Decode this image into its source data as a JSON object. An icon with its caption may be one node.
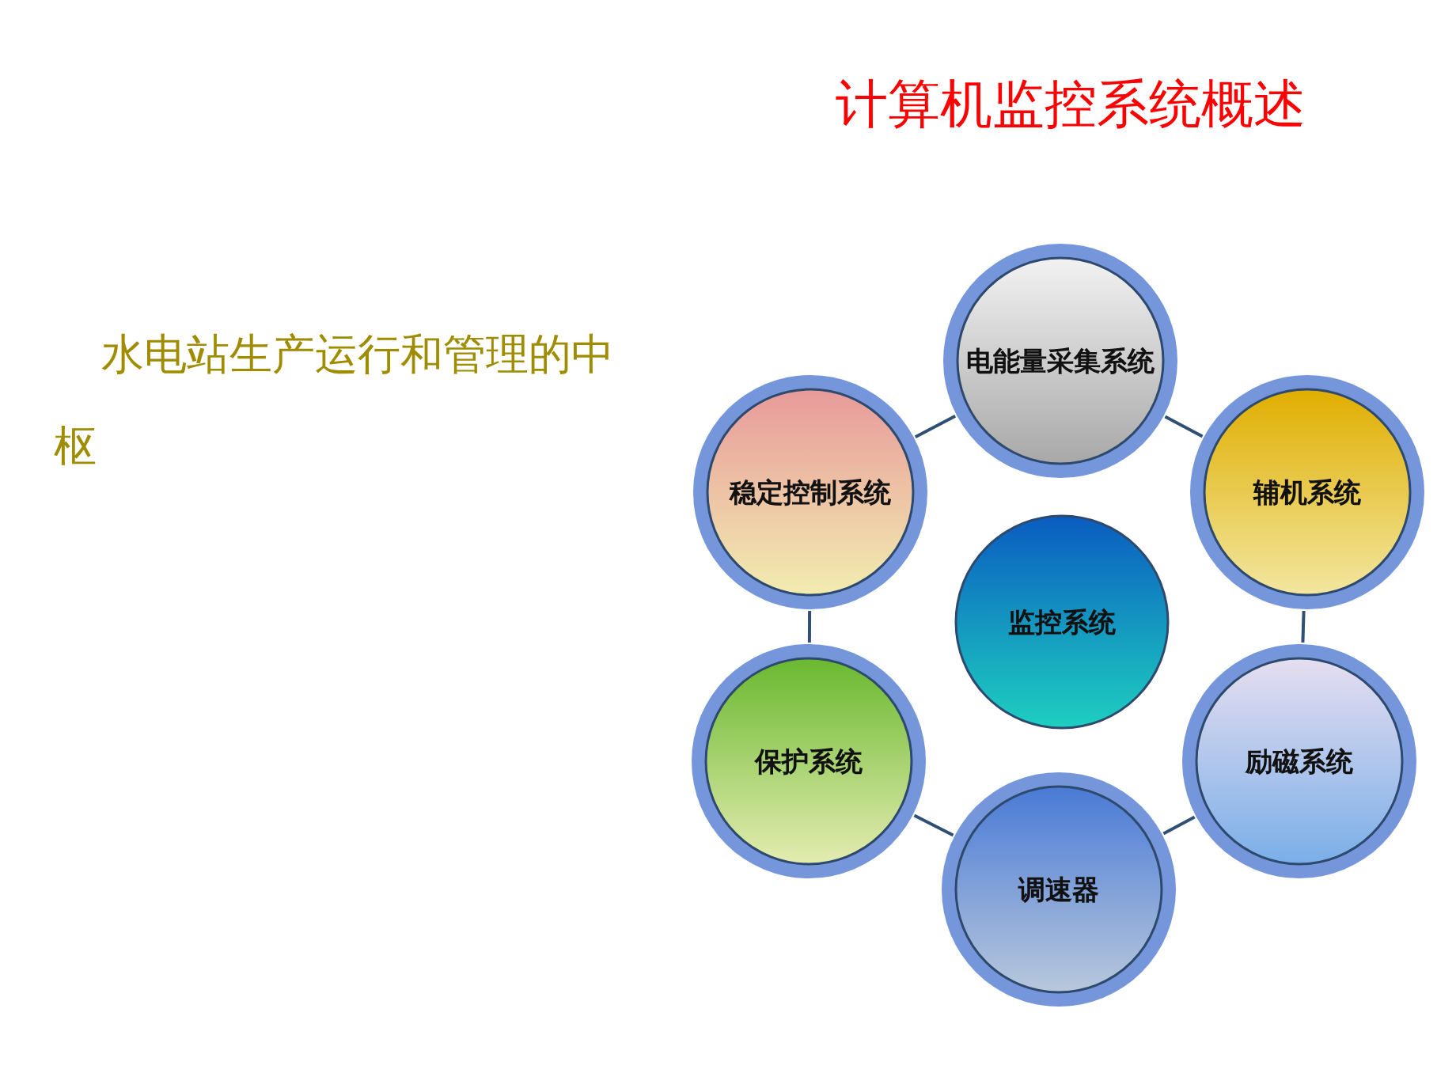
{
  "diagram": {
    "title": "计算机监控系统概述",
    "nodes": [
      {
        "text": [
          "电能量采集系统"
        ]
      },
      {
        "text": [
          "稳定控制系统"
        ]
      },
      {
        "text": [
          "辅机系统"
        ]
      },
      {
        "text": [
          "监控系统"
        ]
      },
      {
        "text": [
          "保护系统"
        ]
      },
      {
        "text": [
          "励磁系统"
        ]
      },
      {
        "text": [
          "调速器"
        ]
      }
    ],
    "edges": [
      {
        "from": 0,
        "to": 2,
        "arrow": "none"
      },
      {
        "from": 2,
        "to": 5,
        "arrow": "none"
      },
      {
        "from": 5,
        "to": 6,
        "arrow": "none"
      },
      {
        "from": 6,
        "to": 4,
        "arrow": "none"
      },
      {
        "from": 4,
        "to": 1,
        "arrow": "none"
      },
      {
        "from": 1,
        "to": 0,
        "arrow": "none"
      }
    ],
    "labels": [
      "水电站生产运行和管理的中枢"
    ]
  }
}
